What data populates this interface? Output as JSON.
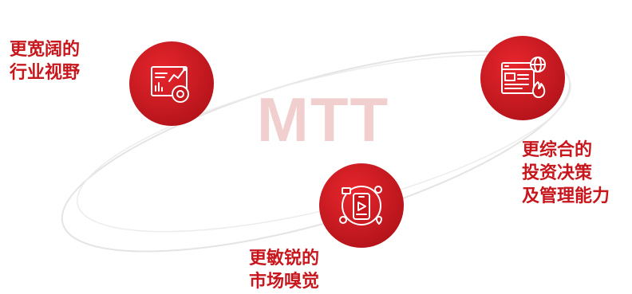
{
  "center_text": "MTT",
  "colors": {
    "accent": "#d81e25",
    "accent_dark": "#b0141a",
    "text": "#c8161d",
    "center_text": "#f2cfcf",
    "orbit": "#e4e4e4"
  },
  "nodes": [
    {
      "icon": "analytics-dashboard-icon",
      "label_lines": [
        "更宽阔的",
        "行业视野"
      ]
    },
    {
      "icon": "global-spreadsheet-icon",
      "label_lines": [
        "更综合的",
        "投资决策",
        "及管理能力"
      ]
    },
    {
      "icon": "media-player-icon",
      "label_lines": [
        "更敏锐的",
        "市场嗅觉"
      ]
    }
  ]
}
